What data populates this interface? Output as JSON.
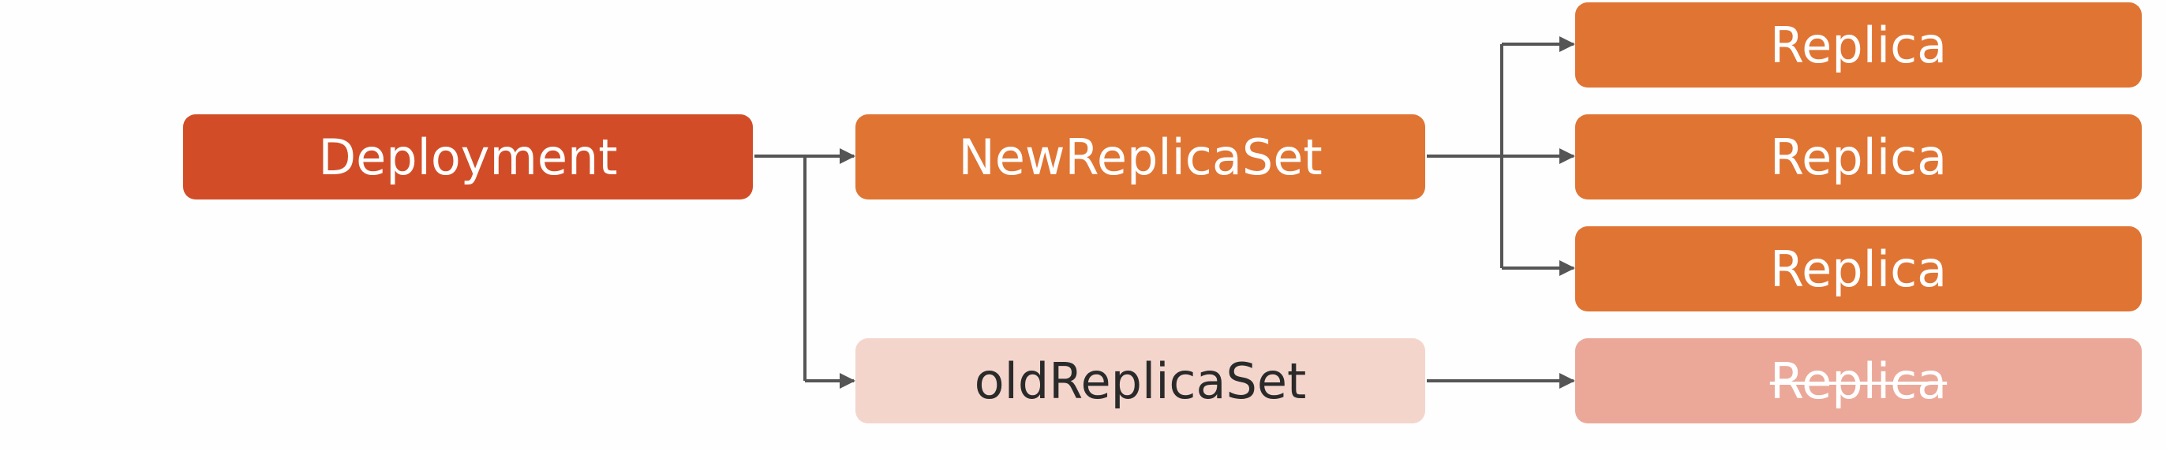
{
  "nodes": {
    "deployment": "Deployment",
    "new_replica_set": "NewReplicaSet",
    "old_replica_set": "oldReplicaSet",
    "new_replicas": [
      "Replica",
      "Replica",
      "Replica"
    ],
    "old_replica": "Replica"
  },
  "colors": {
    "deployment": "#d24d27",
    "new_replica_set": "#e07433",
    "old_replica_set": "#f4d5cc",
    "replica": "#e07433",
    "deleted_replica": "#eba898",
    "connector": "#555555"
  },
  "edges": [
    {
      "from": "deployment",
      "to": "new_replica_set"
    },
    {
      "from": "deployment",
      "to": "old_replica_set"
    },
    {
      "from": "new_replica_set",
      "to": "new_replica_1"
    },
    {
      "from": "new_replica_set",
      "to": "new_replica_2"
    },
    {
      "from": "new_replica_set",
      "to": "new_replica_3"
    },
    {
      "from": "old_replica_set",
      "to": "old_replica"
    }
  ]
}
